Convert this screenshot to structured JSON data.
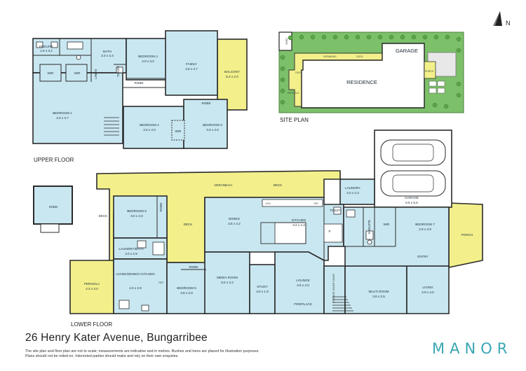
{
  "address": "26 Henry Kater Avenue, Bungarribee",
  "disclaimer": [
    "The site plan and floor plan are not to scale; measurements are indicative and in metres. Bushes and trees are placed for illustration purposes.",
    "Plans should not be relied on. Interested parties should make and rely on their own enquiries."
  ],
  "brand": "MANOR",
  "compass_label": "N",
  "sections": {
    "upper": "UPPER FLOOR",
    "lower": "LOWER FLOOR",
    "site": "SITE PLAN"
  },
  "colors": {
    "room": "#c9e7f1",
    "outdoor": "#f3f08b",
    "garage": "#ffffff",
    "wall": "#2b2b2b",
    "lawn": "#7dc06a",
    "brand": "#3aa6b3"
  },
  "upper": {
    "ensuite": {
      "name": "ENSUITE",
      "dim": "1.8 x 3.2"
    },
    "bath": {
      "name": "BATH",
      "dim": "2.3 x 3.4"
    },
    "bed4": {
      "name": "BEDROOM 4",
      "dim": "4.0 x 3.0"
    },
    "family": {
      "name": "FAMILY",
      "dim": "4.8 x 3.7"
    },
    "balcony": {
      "name": "BALCONY",
      "dim": "5.2 x 2.0"
    },
    "wir1": "WIR",
    "wir2": "WIR",
    "wir3": "WIR",
    "linen": "LINEN",
    "toilet": "TOILET",
    "robe1": "ROBE",
    "robe2": "ROBE",
    "bed1": {
      "name": "BEDROOM 1",
      "dim": "4.0 x 4.7"
    },
    "bed2": {
      "name": "BEDROOM 2",
      "dim": "3.0 x 4.0"
    },
    "bed3": {
      "name": "BEDROOM 3",
      "dim": "3.0 x 4.0"
    }
  },
  "site": {
    "shed": "SHED",
    "garage": "GARAGE",
    "residence": "RESIDENCE",
    "verandah": "VERANDAH",
    "deck1": "DECK",
    "deck2": "DECK",
    "pergola": "PERGOLA",
    "porch": "PORCH"
  },
  "lower": {
    "shed": "SHED",
    "verandah": "VERANDAH",
    "deck_top": "DECK",
    "deck_left": "DECK",
    "deck_mid": "DECK",
    "laundry_top": {
      "name": "LAUNDRY",
      "dim": "2.0 x 2.3"
    },
    "garage": {
      "name": "GARAGE",
      "dim": "5.5 x 5.5"
    },
    "bed5": {
      "name": "BEDROOM 5",
      "dim": "3.0 x 4.0"
    },
    "robe5": "ROBE",
    "laundry_bath": {
      "name": "LAUNDRY/BATH",
      "dim": "2.0 x 2.9"
    },
    "pergola": {
      "name": "PERGOLA",
      "dim": "4.2 x 3.0"
    },
    "living_dk": {
      "name": "LIVING/DINING/ KITCHEN",
      "dim": "4.0 x 3.9"
    },
    "ref1": "REF.",
    "ref2": "REF.",
    "dvn": "DVN",
    "robe6": "ROBE",
    "bed6": {
      "name": "BEDROOM 6",
      "dim": "3.8 x 3.0"
    },
    "dining": {
      "name": "DINING",
      "dim": "3.5 x 4.2"
    },
    "kitchen": {
      "name": "KITCHEN",
      "dim": "3.2 x 4.4"
    },
    "toilet": "TOILET",
    "p": "P",
    "ensuite": "ENSUITE",
    "wir": "WIR",
    "bed7": {
      "name": "BEDROOM 7",
      "dim": "2.9 x 3.9"
    },
    "porch": "PORCH",
    "entry": "ENTRY",
    "media": {
      "name": "MEDIA ROOM",
      "dim": "5.0 x 3.2"
    },
    "study": {
      "name": "STUDY",
      "dim": "3.6 x 1.9"
    },
    "lounge": {
      "name": "LOUNGE",
      "dim": "3.6 x 4.0"
    },
    "storage": "STORAGE UNDER STAIRS",
    "fireplace": "FIREPLACE",
    "multi": {
      "name": "MULTI ROOM",
      "dim": "3.8 x 3.5"
    },
    "living": {
      "name": "LIVING",
      "dim": "3.9 x 4.5"
    }
  }
}
